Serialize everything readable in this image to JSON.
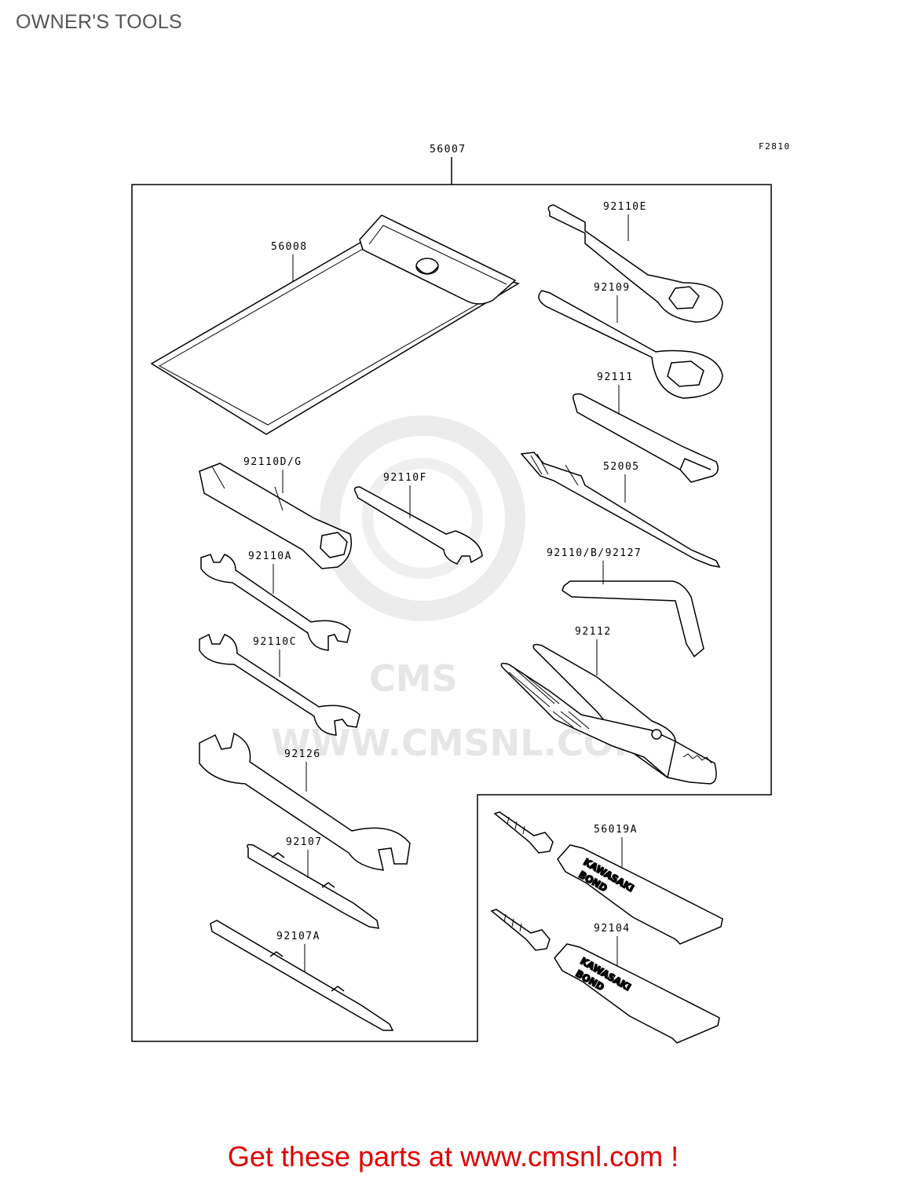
{
  "page": {
    "title": "OWNER'S TOOLS",
    "figure_code": "F2810",
    "footer_text": "Get these parts at www.cmsnl.com !"
  },
  "watermark": {
    "text": "WWW.CMSNL.COM",
    "logo": "CMS"
  },
  "parts": {
    "kit": "56007",
    "case": "56008",
    "wrench_e": "92110E",
    "wrench_hook": "92109",
    "bar": "92111",
    "spark_tool": "52005",
    "socket": "92110D/G",
    "wrench_f": "92110F",
    "wrench_a": "92110A",
    "hex_key": "92110/B/92127",
    "wrench_c": "92110C",
    "pliers": "92112",
    "wrench_big": "92126",
    "driver": "92107",
    "driver_a": "92107A",
    "bond_a": "56019A",
    "bond": "92104"
  },
  "tube_labels": {
    "line1": "KAWASAKI",
    "line2": "BOND"
  },
  "colors": {
    "footer": "#e00000",
    "title": "#555555",
    "watermark": "#e6e6e6"
  }
}
